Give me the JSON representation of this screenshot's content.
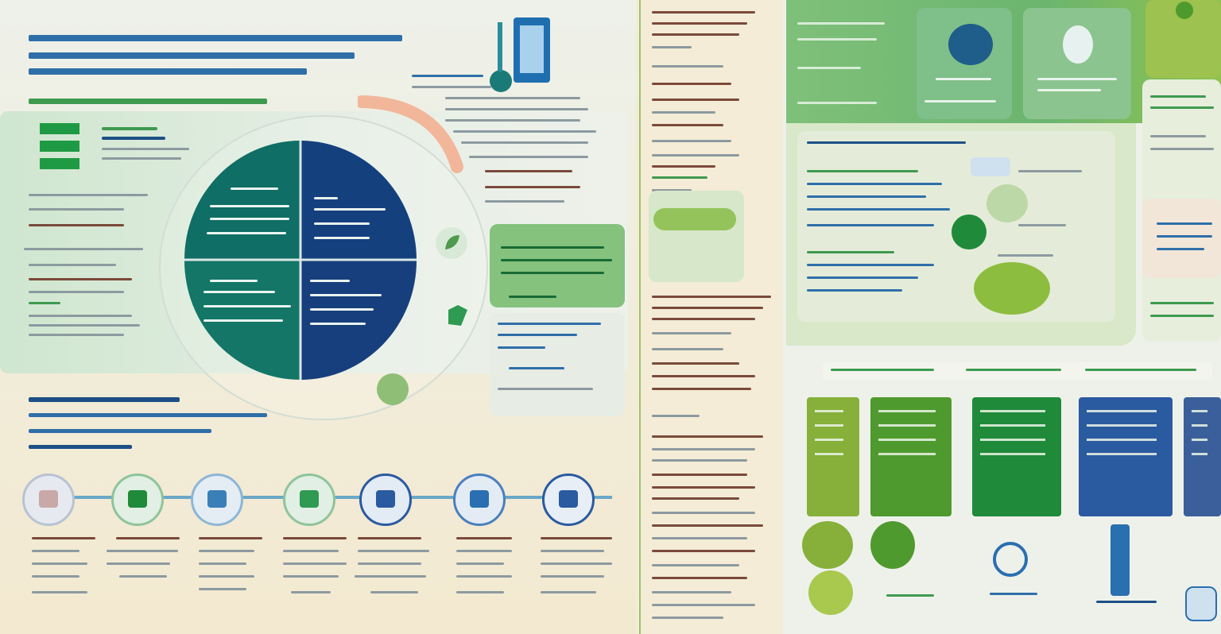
{
  "colors": {
    "dark_teal": "#0f6e66",
    "navy": "#14407e",
    "leaf_green": "#5fa23a",
    "olive": "#86b03a",
    "forest": "#1f8a3a",
    "royal_blue": "#2a5aa0",
    "cream": "#f3e9d0",
    "mint": "#cfe6cf"
  },
  "icons": {
    "document": "document-icon",
    "plant": "plant-icon",
    "leaf": "leaf-icon",
    "gear": "gear-icon",
    "chart": "chart-icon",
    "person": "person-icon",
    "lab": "lab-icon"
  },
  "left_panel": {
    "quadrants": [
      "teal",
      "navy",
      "teal",
      "navy"
    ]
  },
  "process_steps": [
    {
      "icon": "document-icon"
    },
    {
      "icon": "chart-icon"
    },
    {
      "icon": "gear-icon"
    },
    {
      "icon": "document-icon"
    },
    {
      "icon": "plant-icon"
    },
    {
      "icon": "chart-icon"
    },
    {
      "icon": "person-icon"
    }
  ],
  "right_cards": [
    {
      "color": "#86b03a"
    },
    {
      "color": "#4f9a2e"
    },
    {
      "color": "#1f8a3a"
    },
    {
      "color": "#2a5aa0"
    },
    {
      "color": "#3a5f9a"
    }
  ]
}
